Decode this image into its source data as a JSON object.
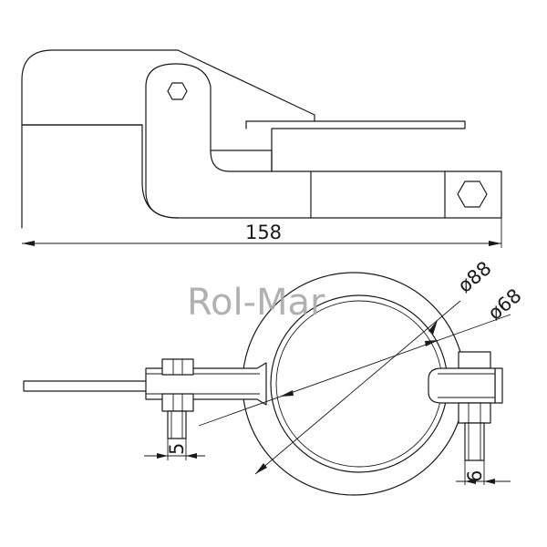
{
  "watermark": "Rol-Mar",
  "dimensions": {
    "overall_length": "158",
    "outer_diameter": "ø88",
    "inner_diameter": "ø68",
    "left_bolt": "5",
    "right_bolt": "6"
  },
  "colors": {
    "line": "#1a1a1a",
    "watermark": "#a8a8a8",
    "background": "#ffffff"
  }
}
